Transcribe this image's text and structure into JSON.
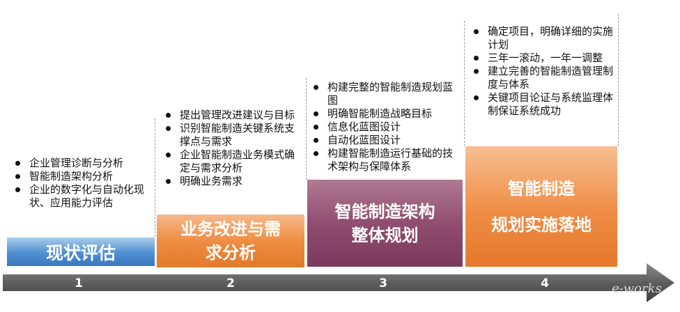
{
  "stages": [
    {
      "number": "1",
      "title_lines": [
        "现状评估"
      ],
      "bullets": [
        "企业管理诊断与分析",
        "智能制造架构分析",
        "企业的数字化与自动化现状、应用能力评估"
      ],
      "color": "#4e8ed2"
    },
    {
      "number": "2",
      "title_lines": [
        "业务改进与需",
        "求分析"
      ],
      "bullets": [
        "提出管理改进建议与目标",
        "识别智能制造关键系统支撑点与需求",
        "企业智能制造业务模式确定与需求分析",
        "明确业务需求"
      ],
      "color": "#ee8a3e"
    },
    {
      "number": "3",
      "title_lines": [
        "智能制造架构",
        "整体规划"
      ],
      "bullets": [
        "构建完整的智能制造规划蓝图",
        "明确智能制造战略目标",
        "信息化蓝图设计",
        "自动化蓝图设计",
        "构建智能制造运行基础的技术架构与保障体系"
      ],
      "color": "#8d4a6d"
    },
    {
      "number": "4",
      "title_lines": [
        "智能制造",
        "规划实施落地"
      ],
      "bullets": [
        "确定项目，明确详细的实施计划",
        "三年一滚动，一年一调整",
        "建立完善的智能制造管理制度与体系",
        "关键项目论证与系统监理体制保证系统成功"
      ],
      "color": "#ef8c45"
    }
  ],
  "watermark": "e-works"
}
